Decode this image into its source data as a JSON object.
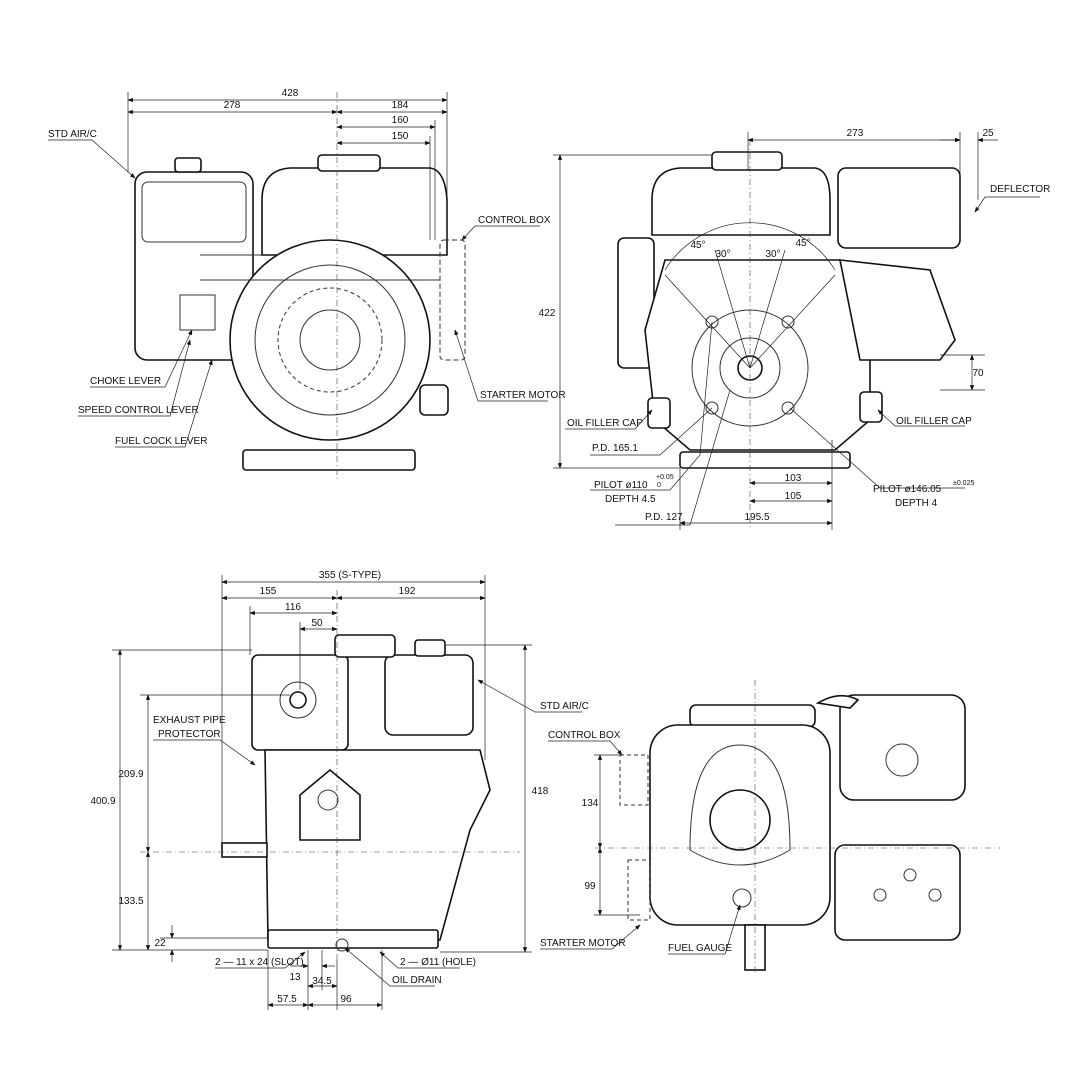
{
  "colors": {
    "ink": "#111111",
    "paper": "#ffffff"
  },
  "view_front": {
    "dims": {
      "overall": "428",
      "left": "278",
      "right": "184",
      "tank": "160",
      "cap": "150"
    },
    "callouts": {
      "air_cleaner": "STD AIR/C",
      "control_box": "CONTROL BOX",
      "choke": "CHOKE LEVER",
      "speed": "SPEED CONTROL LEVER",
      "fuel_cock": "FUEL COCK LEVER",
      "starter": "STARTER MOTOR"
    }
  },
  "view_pto": {
    "dims": {
      "width": "273",
      "deflector_offset": "25",
      "height": "422",
      "shaft_height": "70",
      "d103": "103",
      "d105": "105",
      "d195": "195.5"
    },
    "angles": [
      "45°",
      "30°",
      "30°",
      "45°"
    ],
    "callouts": {
      "deflector": "DEFLECTOR",
      "oil_filler_left": "OIL FILLER CAP",
      "oil_filler_right": "OIL FILLER CAP",
      "pd_165": "P.D. 165.1",
      "pilot_110": "PILOT ø110",
      "pilot_110_tol_upper": "+0.05",
      "pilot_110_tol_lower": "0",
      "depth_45": "DEPTH 4.5",
      "pd_127": "P.D. 127",
      "pilot_146": "PILOT ø146.05",
      "pilot_146_tol": "±0.025",
      "depth_4": "DEPTH 4"
    }
  },
  "view_side": {
    "dims": {
      "overall": "355 (S-TYPE)",
      "d155": "155",
      "d192": "192",
      "d116": "116",
      "d50": "50",
      "h4009": "400.9",
      "h2099": "209.9",
      "h1335": "133.5",
      "h22": "22",
      "h418": "418",
      "d13": "13",
      "d345": "34.5",
      "d575": "57.5",
      "d96": "96"
    },
    "callouts": {
      "exhaust_1": "EXHAUST PIPE",
      "exhaust_2": "PROTECTOR",
      "air_cleaner": "STD AIR/C",
      "slot": "2 — 11 x 24 (SLOT)",
      "hole": "2 — Ø11 (HOLE)",
      "oil_drain": "OIL DRAIN"
    }
  },
  "view_top": {
    "dims": {
      "h134": "134",
      "h99": "99"
    },
    "callouts": {
      "control_box": "CONTROL BOX",
      "starter": "STARTER MOTOR",
      "fuel_gauge": "FUEL GAUGE"
    }
  }
}
